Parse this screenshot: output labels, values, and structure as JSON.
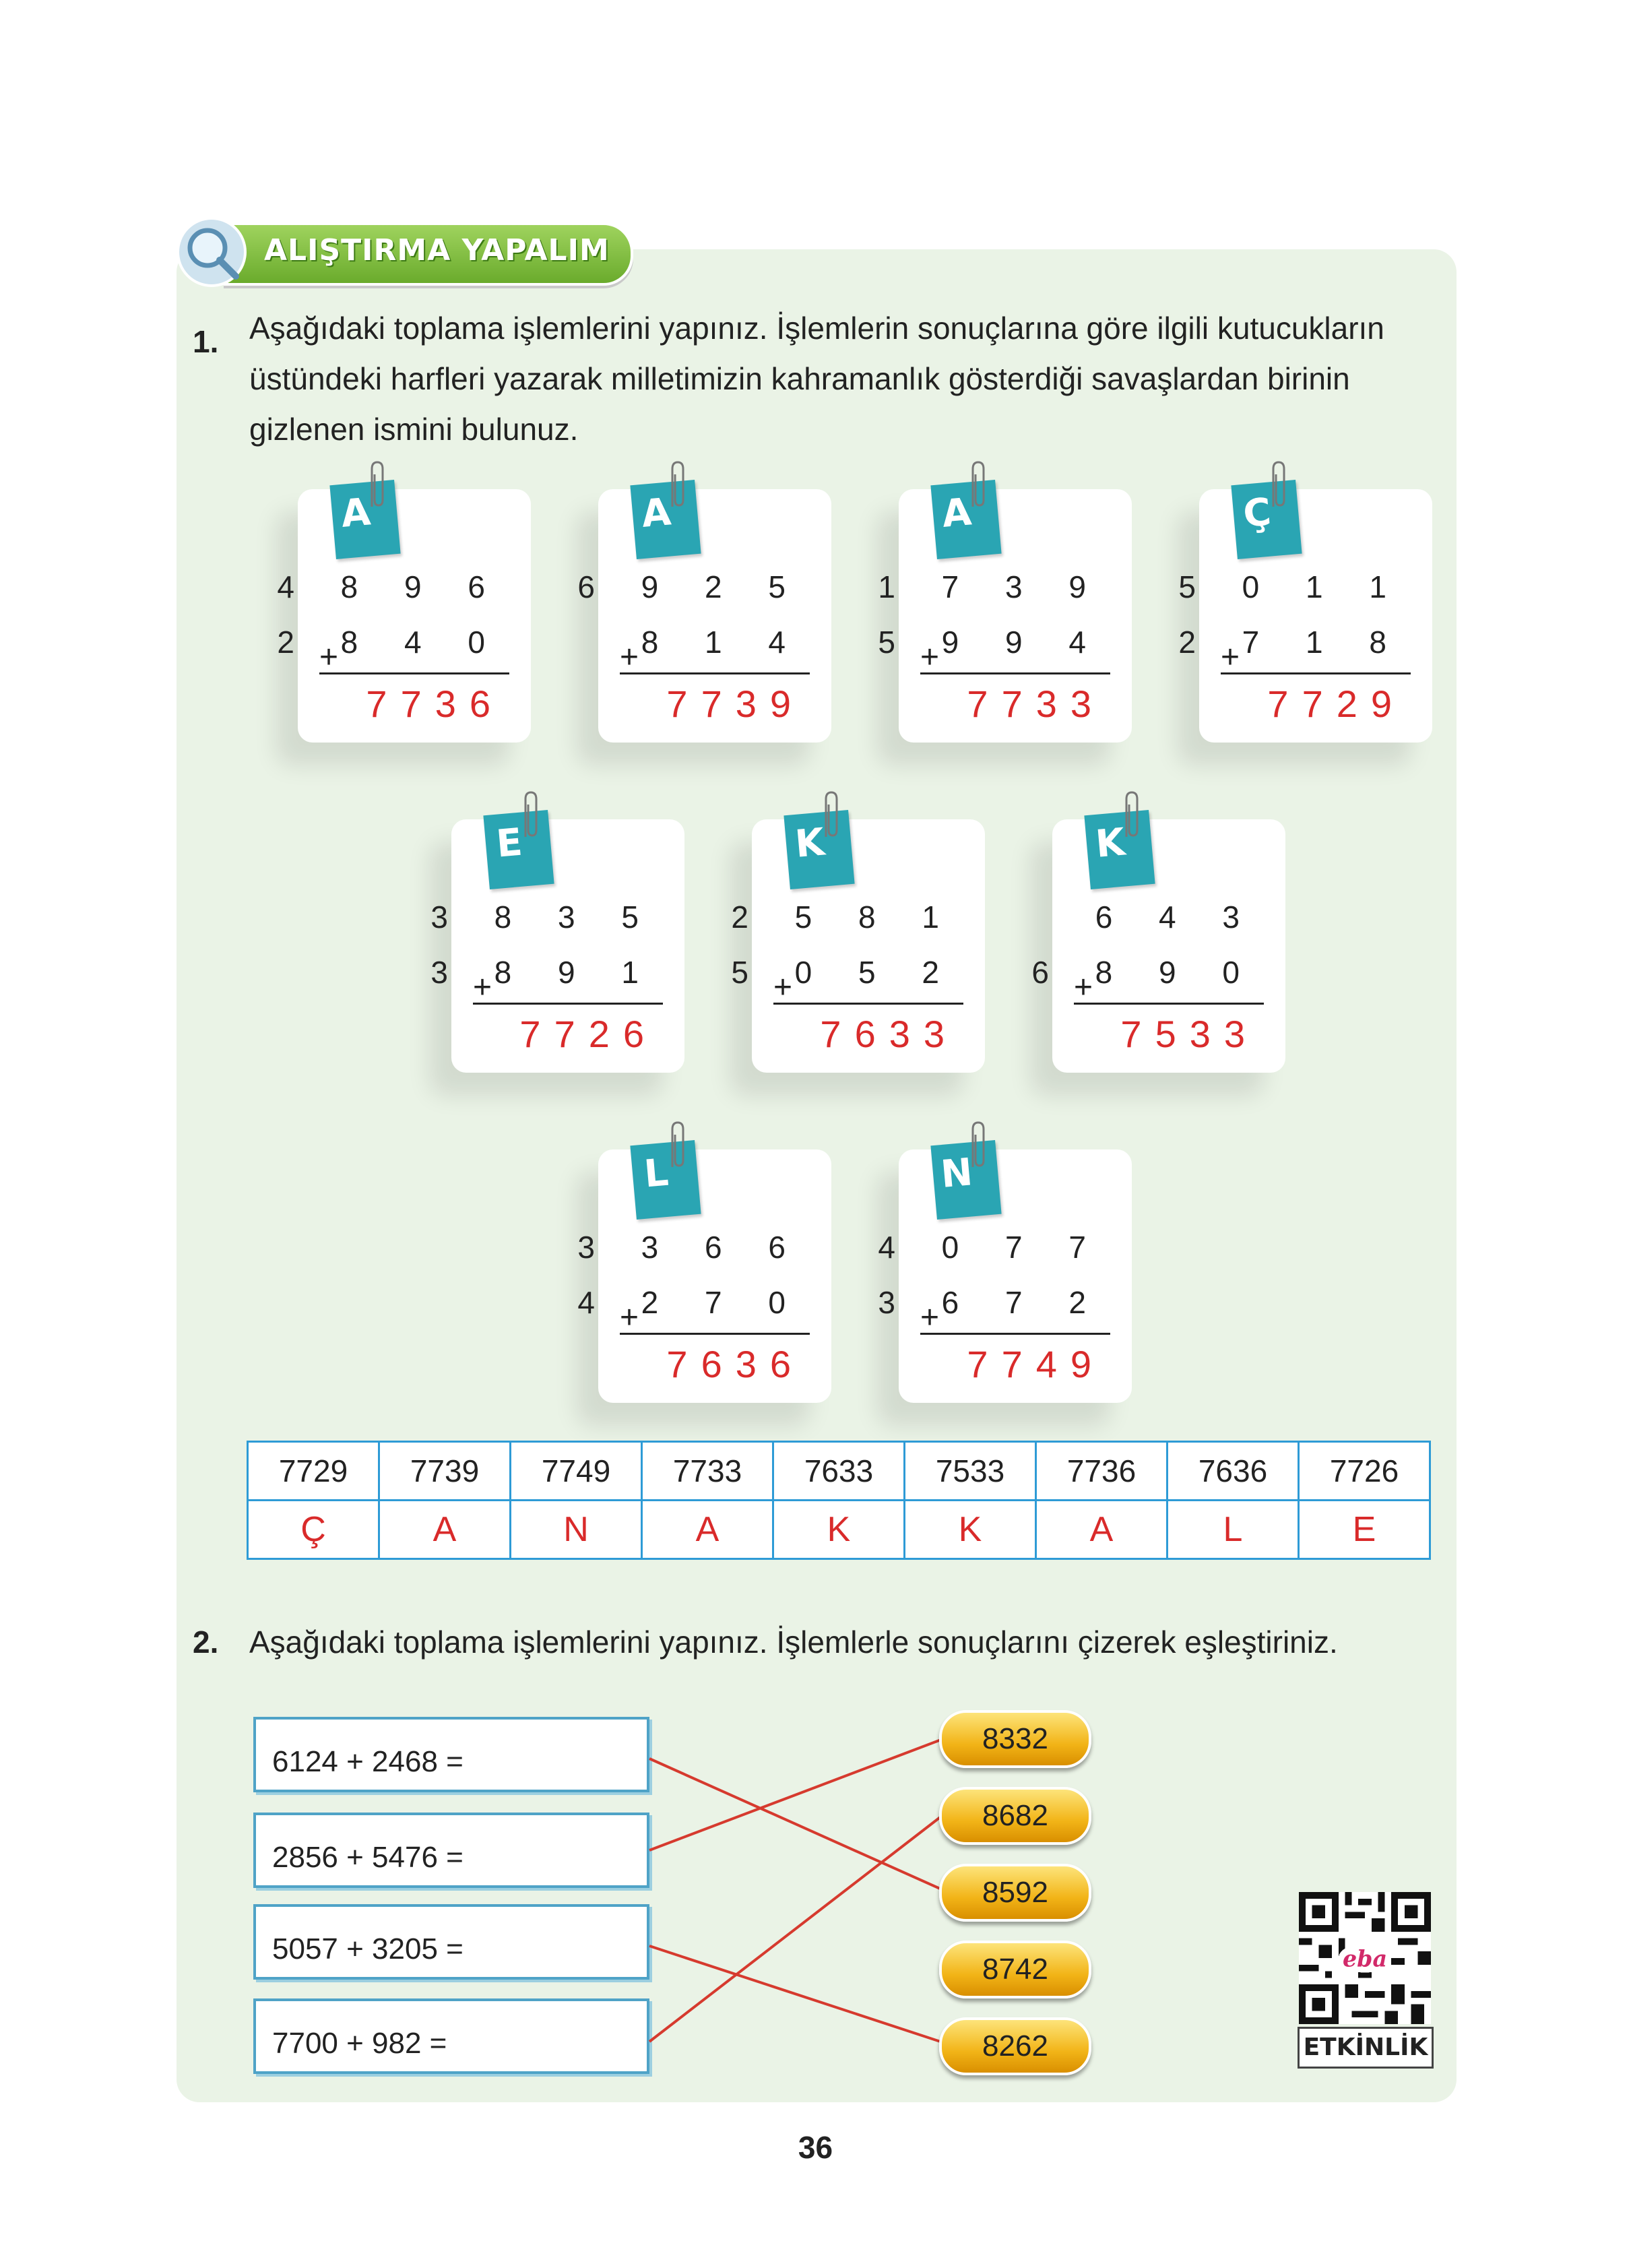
{
  "header": {
    "title": "ALIŞTIRMA YAPALIM"
  },
  "question1": {
    "number": "1.",
    "text": "Aşağıdaki toplama işlemlerini yapınız. İşlemlerin sonuçlarına göre ilgili kutucukların üstündeki harfleri yazarak milletimizin kahramanlık gösterdiği savaşlardan birinin gizlenen ismini bulunuz.",
    "cards": [
      {
        "letter": "A",
        "top": "4 8 9 6",
        "bottom": "2 8 4 0",
        "result": "7736"
      },
      {
        "letter": "A",
        "top": "6 9 2 5",
        "bottom": "8 1 4",
        "result": "7739"
      },
      {
        "letter": "A",
        "top": "1 7 3 9",
        "bottom": "5 9 9 4",
        "result": "7733"
      },
      {
        "letter": "Ç",
        "top": "5 0 1 1",
        "bottom": "2 7 1 8",
        "result": "7729"
      },
      {
        "letter": "E",
        "top": "3 8 3 5",
        "bottom": "3 8 9 1",
        "result": "7726"
      },
      {
        "letter": "K",
        "top": "2 5 8 1",
        "bottom": "5 0 5 2",
        "result": "7633"
      },
      {
        "letter": "K",
        "top": "6 4 3",
        "bottom": "6 8 9 0",
        "result": "7533"
      },
      {
        "letter": "L",
        "top": "3 3 6 6",
        "bottom": "4 2 7 0",
        "result": "7636"
      },
      {
        "letter": "N",
        "top": "4 0 7 7",
        "bottom": "3 6 7 2",
        "result": "7749"
      }
    ],
    "plus_sign": "+",
    "answer_table": {
      "numbers": [
        "7729",
        "7739",
        "7749",
        "7733",
        "7633",
        "7533",
        "7736",
        "7636",
        "7726"
      ],
      "letters": [
        "Ç",
        "A",
        "N",
        "A",
        "K",
        "K",
        "A",
        "L",
        "E"
      ]
    }
  },
  "question2": {
    "number": "2.",
    "text": "Aşağıdaki toplama işlemlerini yapınız. İşlemlerle sonuçlarını çizerek eşleştiriniz.",
    "expressions": [
      "6124 + 2468 =",
      "2856 + 5476 =",
      "5057 + 3205 =",
      "7700 + 982 ="
    ],
    "results": [
      "8332",
      "8682",
      "8592",
      "8742",
      "8262"
    ],
    "line_color": "#d63a2e"
  },
  "qr_overlay": "eba",
  "qr_label": "ETKİNLİK",
  "page_number": "36",
  "colors": {
    "panel": "#eaf3e6",
    "tag": "#2aa5b3",
    "result": "#d92a2a",
    "table_border": "#2e9bd6",
    "banner": "#7dbb3a"
  }
}
